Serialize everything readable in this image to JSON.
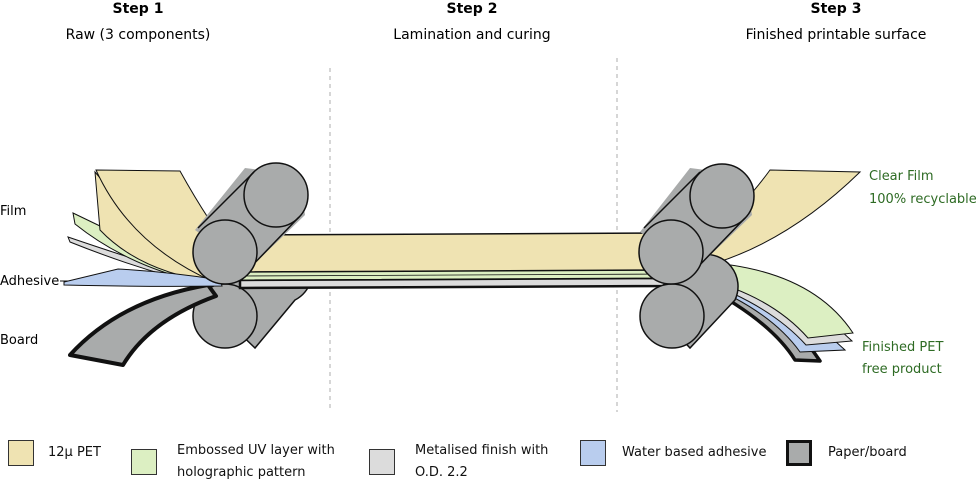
{
  "steps": [
    {
      "title": "Step 1",
      "subtitle": "Raw (3 components)"
    },
    {
      "title": "Step 2",
      "subtitle": "Lamination and curing"
    },
    {
      "title": "Step 3",
      "subtitle": "Finished printable surface"
    }
  ],
  "left_labels": {
    "film": "Film",
    "adhesive": "Adhesive",
    "board": "Board"
  },
  "right_labels": {
    "clear_film_1": "Clear Film",
    "clear_film_2": "100% recyclable",
    "product_1": "Finished PET",
    "product_2": "free product"
  },
  "legend": [
    {
      "label_1": "12µ PET",
      "label_2": "",
      "color": "#efe3b2"
    },
    {
      "label_1": "Embossed UV layer with",
      "label_2": "holographic pattern",
      "color": "#dcefc2"
    },
    {
      "label_1": "Metalised finish with",
      "label_2": "O.D. 2.2",
      "color": "#dcdcdc"
    },
    {
      "label_1": "Water based adhesive",
      "label_2": "",
      "color": "#b9cdee"
    },
    {
      "label_1": "Paper/board",
      "label_2": "",
      "color": "#a9abab"
    }
  ],
  "colors": {
    "pet": "#efe3b2",
    "uv": "#dcefc2",
    "metal": "#dcdcdc",
    "adhesive": "#b9cdee",
    "board": "#a9abab",
    "roller": "#a9abab",
    "label_green": "#2e6b24"
  }
}
